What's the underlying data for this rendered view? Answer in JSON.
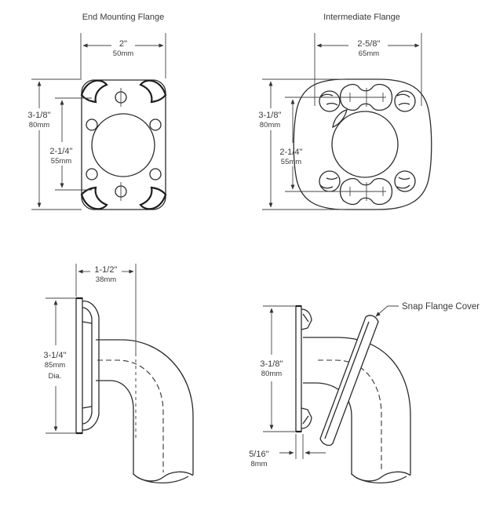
{
  "views": {
    "end_flange": {
      "title": "End Mounting Flange",
      "width_in": "2''",
      "width_mm": "50mm",
      "height_in": "3-1/8''",
      "height_mm": "80mm",
      "inner_in": "2-1/4''",
      "inner_mm": "55mm"
    },
    "intermediate_flange": {
      "title": "Intermediate Flange",
      "width_in": "2-5/8''",
      "width_mm": "65mm",
      "height_in": "3-1/8''",
      "height_mm": "80mm",
      "inner_in": "2-1/4''",
      "inner_mm": "55mm"
    },
    "side_end": {
      "depth_in": "1-1/2''",
      "depth_mm": "38mm",
      "dia_in": "3-1/4''",
      "dia_mm": "85mm",
      "dia_suffix": "Dia."
    },
    "side_cover": {
      "cover_label": "Snap Flange Cover",
      "height_in": "3-1/8''",
      "height_mm": "80mm",
      "gap_in": "5/16''",
      "gap_mm": "8mm"
    }
  }
}
